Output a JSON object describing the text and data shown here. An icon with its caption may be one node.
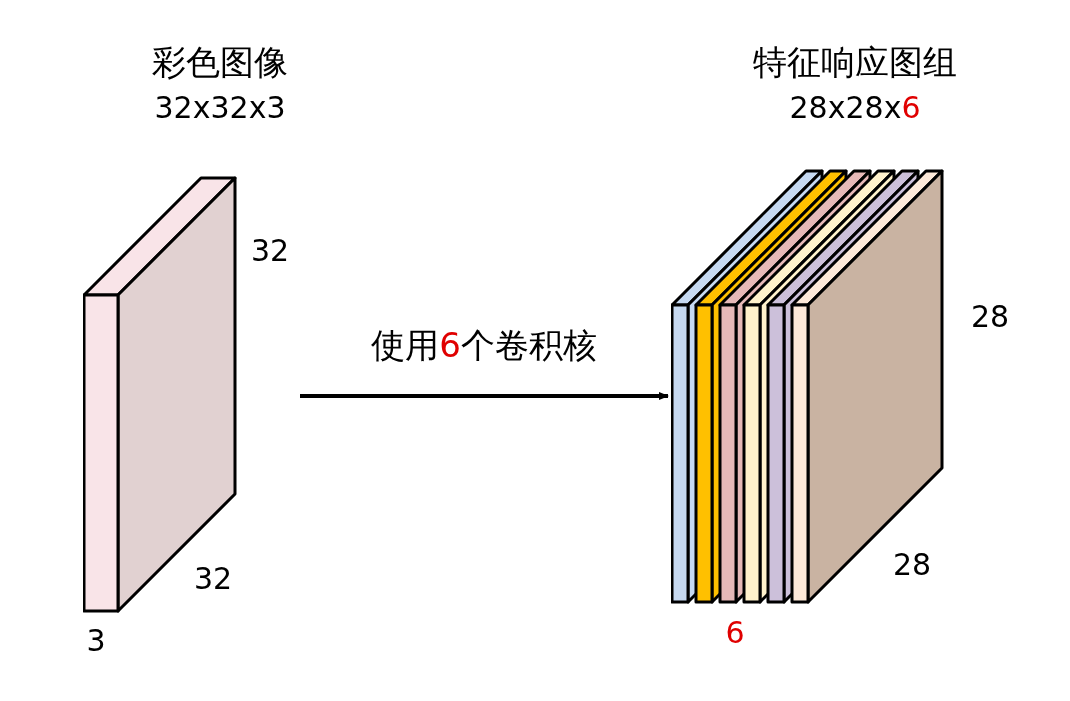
{
  "diagram": {
    "nodes": [
      {
        "text": [
          "彩色图像",
          "32x32x3"
        ]
      },
      {
        "text": [
          "特征响应图组",
          "28x28x6"
        ]
      }
    ],
    "edges": [
      {
        "from": 0,
        "to": 1,
        "arrow": "to",
        "label": "使用6个卷积核"
      }
    ],
    "labels": [
      "32",
      "32",
      "3",
      "28",
      "28",
      "6"
    ]
  }
}
